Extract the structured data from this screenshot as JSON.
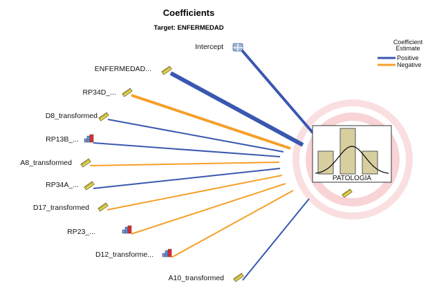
{
  "header": {
    "title": "Coefficients",
    "subtitle": "Target: ENFERMEDAD"
  },
  "legend": {
    "title_line1": "Coefficient",
    "title_line2": "Estimate",
    "positive_label": "Positive",
    "negative_label": "Negative",
    "positive_color": "#3a57b0",
    "negative_color": "#f5a02a"
  },
  "target": {
    "label": "PATOLOGIA",
    "ring_color": "#f6c5c8",
    "histogram_fill": "#d8cf9f",
    "histogram_bars": [
      0.5,
      1.0,
      0.5
    ],
    "icon": "histogram-normal-curve-icon",
    "measure_icon": "ruler-icon"
  },
  "predictors": [
    {
      "label": "Intercept",
      "sign": "positive",
      "weight": 4,
      "icon": "intercept-icon"
    },
    {
      "label": "ENFERMEDAD...",
      "sign": "positive",
      "weight": 6,
      "icon": "ruler-icon"
    },
    {
      "label": "RP34D_...",
      "sign": "negative",
      "weight": 4,
      "icon": "ruler-icon"
    },
    {
      "label": "D8_transformed",
      "sign": "positive",
      "weight": 2,
      "icon": "ruler-icon"
    },
    {
      "label": "RP13B_...",
      "sign": "positive",
      "weight": 2,
      "icon": "nominal-bars-icon"
    },
    {
      "label": "A8_transformed",
      "sign": "negative",
      "weight": 2,
      "icon": "ruler-icon"
    },
    {
      "label": "RP34A_...",
      "sign": "positive",
      "weight": 2,
      "icon": "ruler-icon"
    },
    {
      "label": "D17_transformed",
      "sign": "negative",
      "weight": 2,
      "icon": "ruler-icon"
    },
    {
      "label": "RP23_...",
      "sign": "negative",
      "weight": 2,
      "icon": "nominal-bars-icon"
    },
    {
      "label": "D12_transforme...",
      "sign": "negative",
      "weight": 2,
      "icon": "nominal-bars-icon"
    },
    {
      "label": "A10_transformed",
      "sign": "positive",
      "weight": 2,
      "icon": "ruler-icon"
    }
  ]
}
